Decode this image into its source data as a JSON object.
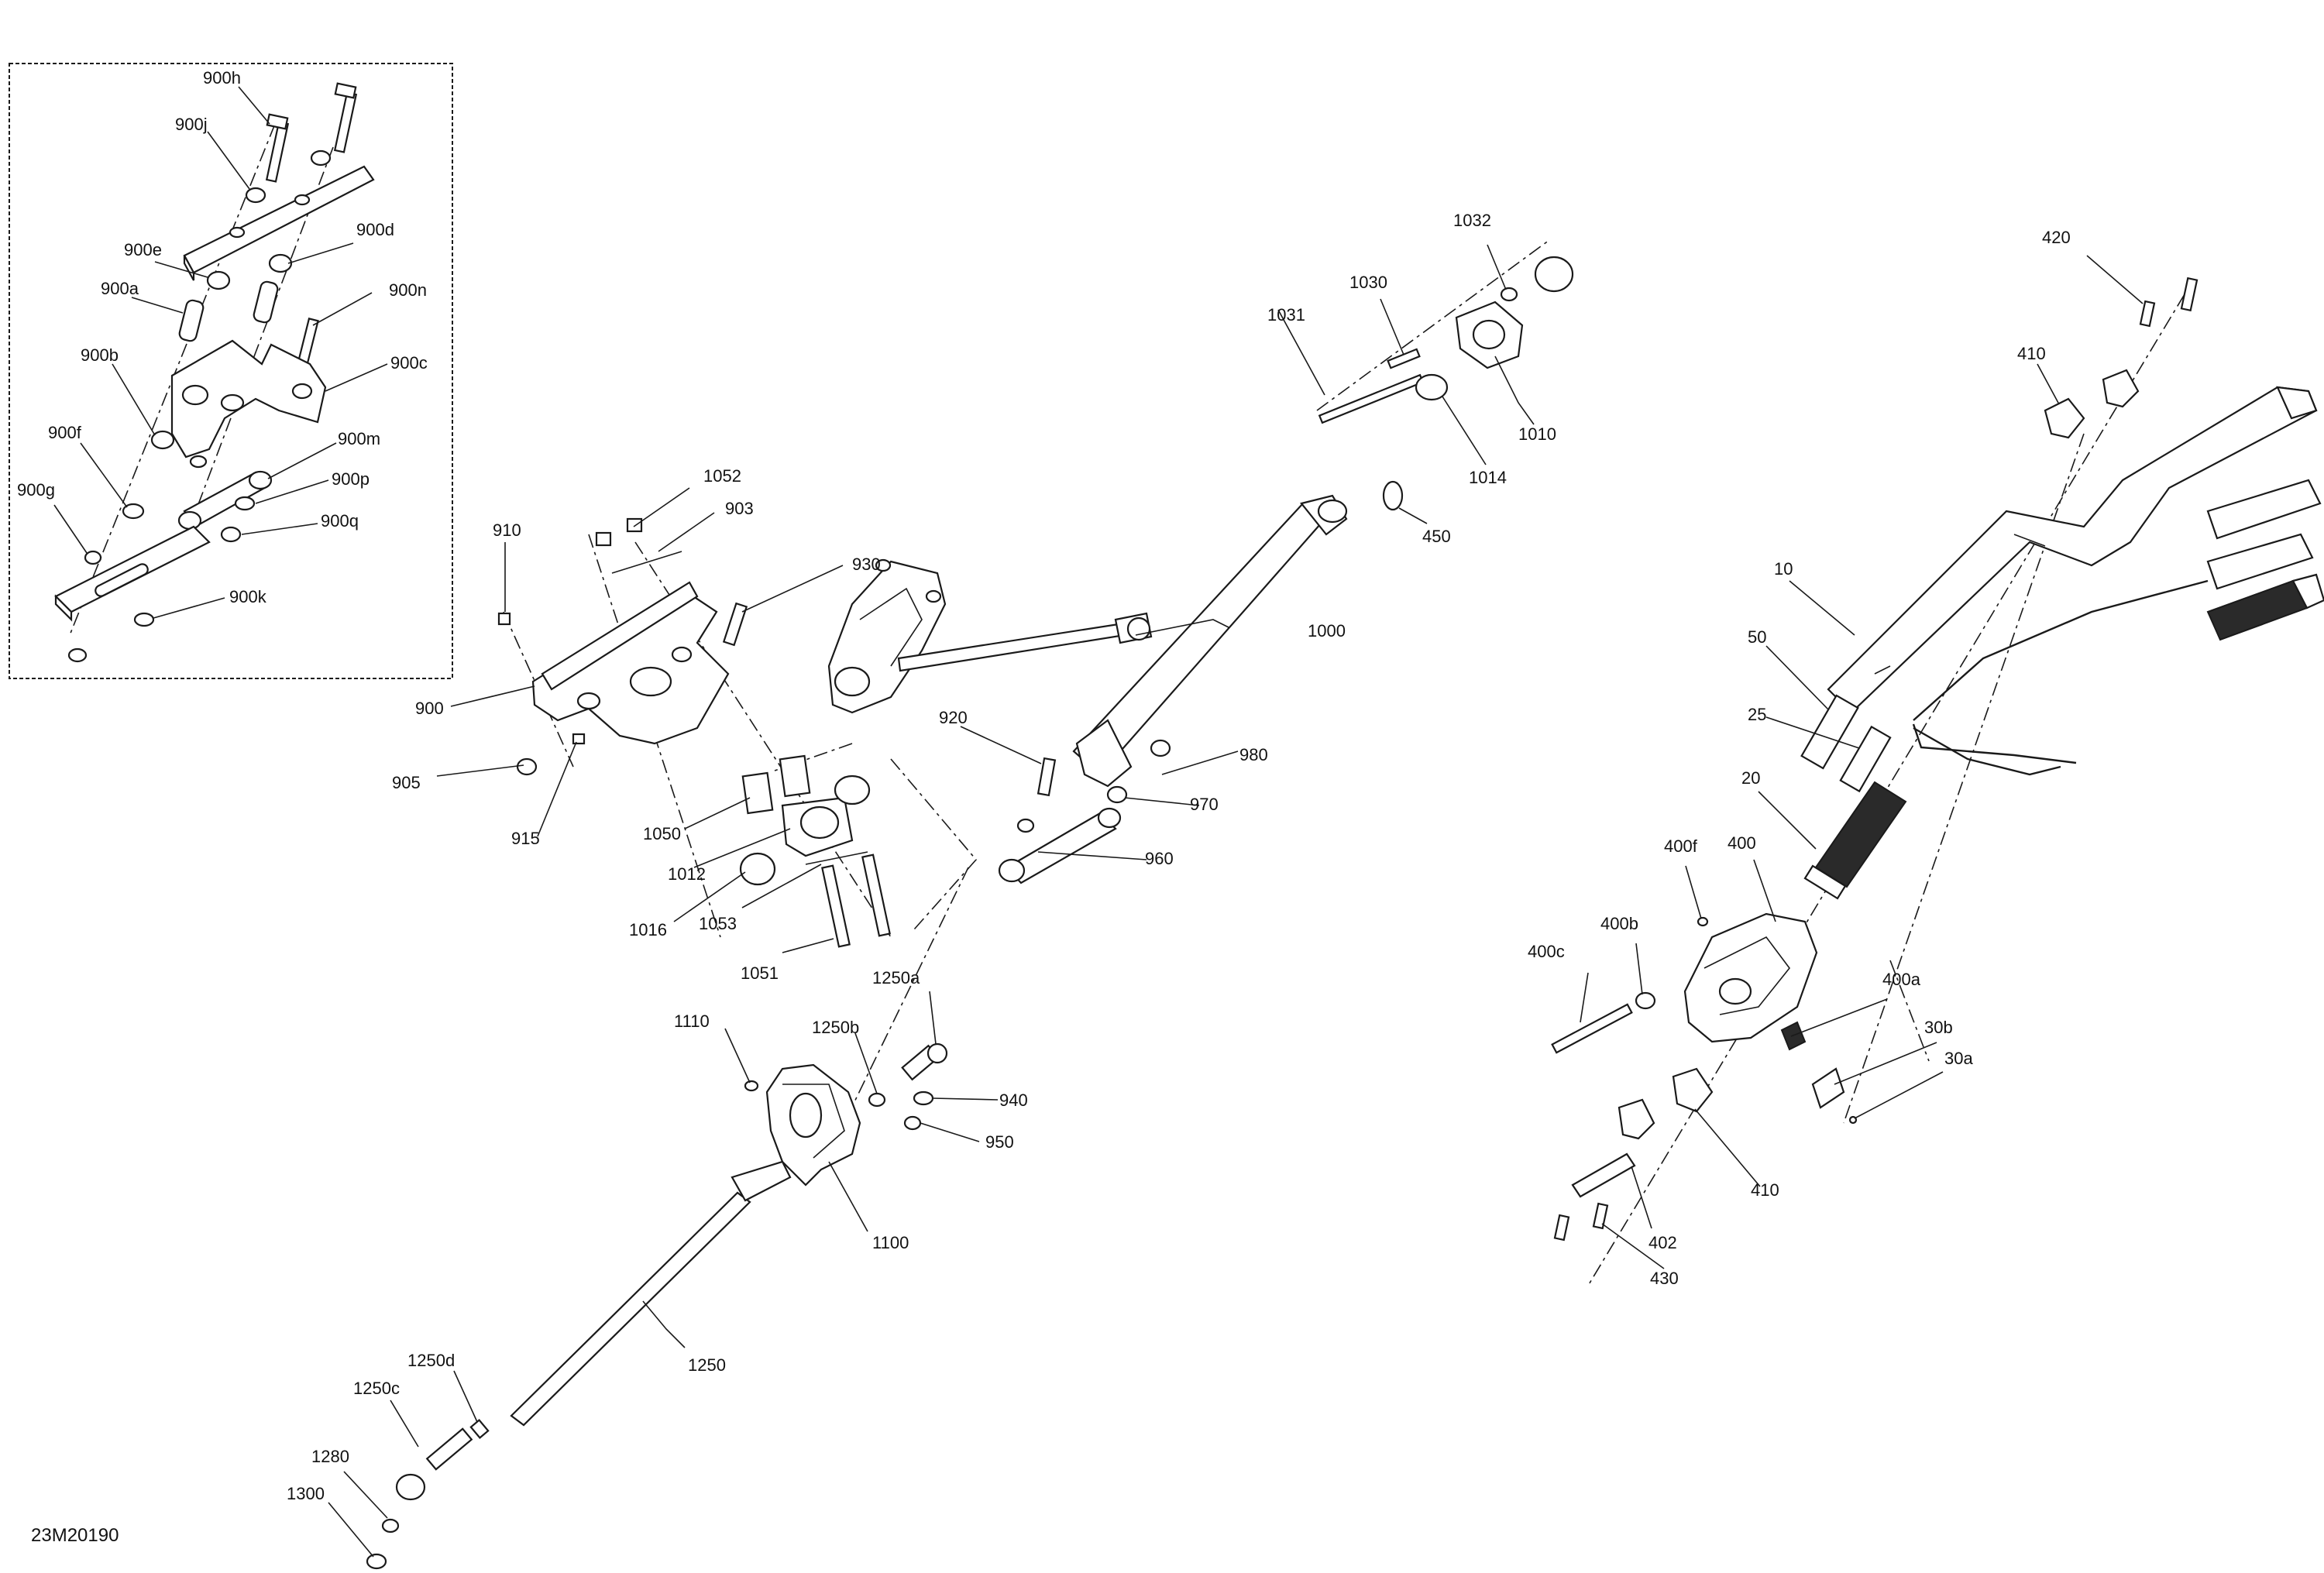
{
  "diagram_code": "23M20190",
  "callouts": {
    "c900h": "900h",
    "c900j": "900j",
    "c900d": "900d",
    "c900e": "900e",
    "c900a": "900a",
    "c900n": "900n",
    "c900b": "900b",
    "c900c": "900c",
    "c900f": "900f",
    "c900m": "900m",
    "c900g": "900g",
    "c900p": "900p",
    "c900q": "900q",
    "c900k": "900k",
    "c910": "910",
    "c1052": "1052",
    "c903": "903",
    "c930": "930",
    "c900": "900",
    "c905": "905",
    "c915": "915",
    "c1050": "1050",
    "c1012": "1012",
    "c1016": "1016",
    "c1053": "1053",
    "c1051": "1051",
    "c1032": "1032",
    "c1030": "1030",
    "c1031": "1031",
    "c1010": "1010",
    "c1014": "1014",
    "c450": "450",
    "c1000": "1000",
    "c920": "920",
    "c980": "980",
    "c970": "970",
    "c960": "960",
    "c1250a": "1250a",
    "c1110": "1110",
    "c1250b": "1250b",
    "c940": "940",
    "c950": "950",
    "c1100": "1100",
    "c1250": "1250",
    "c1250d": "1250d",
    "c1250c": "1250c",
    "c1280": "1280",
    "c1300": "1300",
    "c420": "420",
    "c410a": "410",
    "c10": "10",
    "c50": "50",
    "c25": "25",
    "c20": "20",
    "c400f": "400f",
    "c400": "400",
    "c400c": "400c",
    "c400b": "400b",
    "c400a": "400a",
    "c30b": "30b",
    "c30a": "30a",
    "c410b": "410",
    "c402": "402",
    "c430": "430"
  }
}
